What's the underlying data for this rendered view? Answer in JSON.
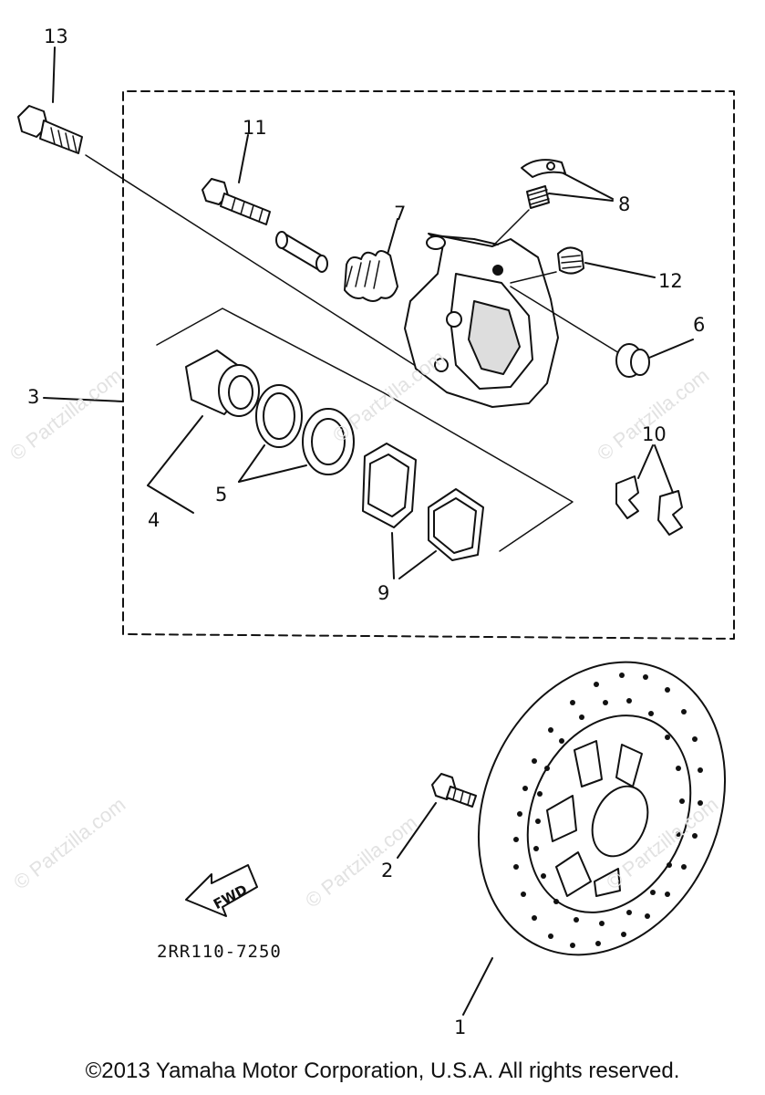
{
  "callouts": {
    "c1": "1",
    "c2": "2",
    "c3": "3",
    "c4": "4",
    "c5": "5",
    "c6": "6",
    "c7": "7",
    "c8": "8",
    "c9": "9",
    "c10": "10",
    "c11": "11",
    "c12": "12",
    "c13": "13"
  },
  "fwd_arrow_label": "FWD",
  "part_code": "2RR110-7250",
  "copyright": "©2013 Yamaha Motor Corporation, U.S.A. All rights reserved.",
  "watermark": "© Partzilla.com"
}
